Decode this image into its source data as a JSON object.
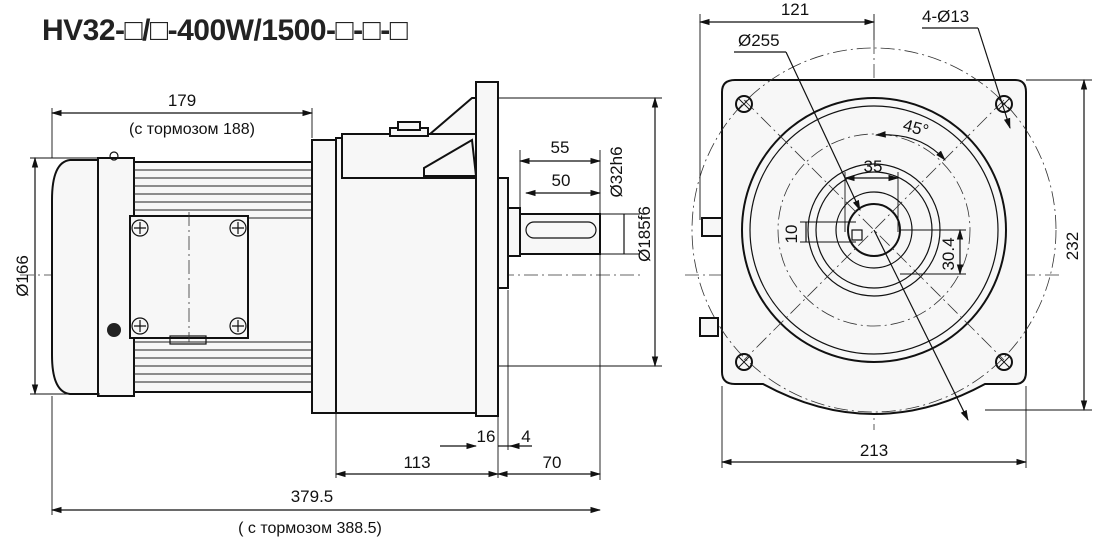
{
  "title": "HV32-□/□-400W/1500-□-□-□",
  "side_view": {
    "d179": "179",
    "d179_note": "(с тормозом 188)",
    "d166": "Ø166",
    "d55": "55",
    "d50": "50",
    "d32": "Ø32h6",
    "d185": "Ø185f6",
    "d16": "16",
    "d4": "4",
    "d113": "113",
    "d70": "70",
    "d3795": "379.5",
    "d3795_note": "( с тормозом 388.5)"
  },
  "front_view": {
    "d121": "121",
    "d255": "Ø255",
    "d4x13": "4-Ø13",
    "d45": "45°",
    "d35": "35",
    "d10": "10",
    "d304": "30.4",
    "d232": "232",
    "d213": "213"
  }
}
